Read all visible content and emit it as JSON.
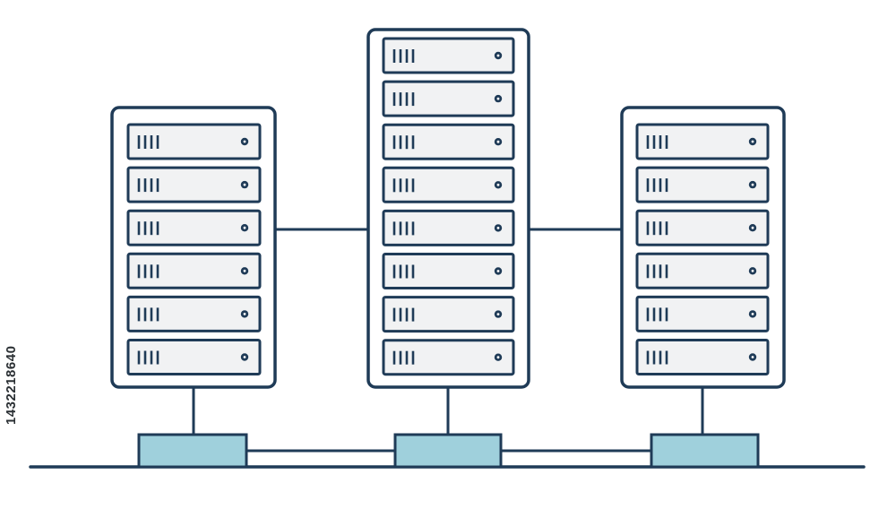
{
  "diagram": {
    "title": "",
    "stock_id": "1432218640",
    "colors": {
      "outline": "#1f3b57",
      "rack_fill": "#ffffff",
      "unit_fill": "#f1f2f3",
      "switch_fill": "#9fd0dc",
      "link": "#1f3b57"
    },
    "racks": [
      {
        "name": "left-rack",
        "unit_count": 6
      },
      {
        "name": "center-rack",
        "unit_count": 8
      },
      {
        "name": "right-rack",
        "unit_count": 6
      }
    ],
    "switch_icon": "network-switch-icon",
    "server_icon": "server-rack-icon"
  }
}
